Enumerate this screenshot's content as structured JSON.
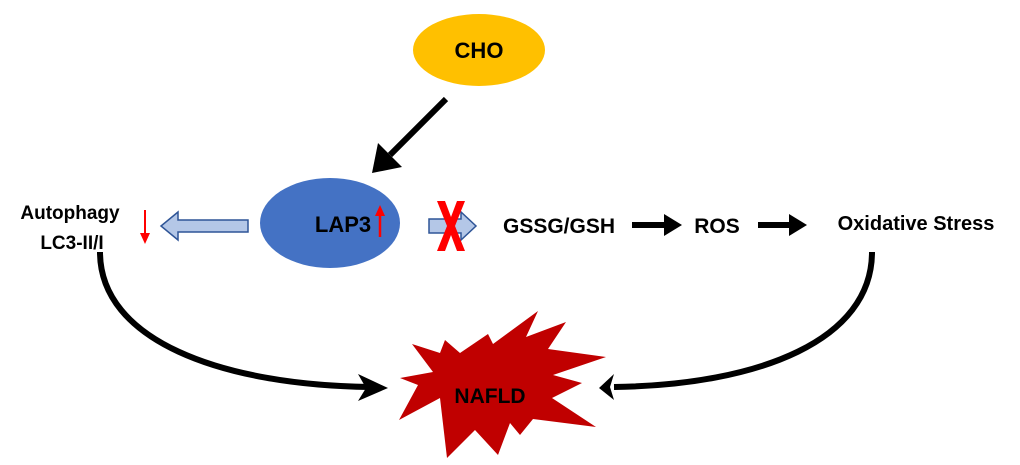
{
  "diagram": {
    "nodes": {
      "cho": {
        "label": "CHO",
        "color": "#FFC000"
      },
      "lap3": {
        "label": "LAP3",
        "color": "#4472C4",
        "trend": "up"
      },
      "autophagy": {
        "line1": "Autophagy",
        "line2": "LC3-II/I",
        "trend": "down"
      },
      "gssg": {
        "label": "GSSG/GSH"
      },
      "ros": {
        "label": "ROS"
      },
      "oxidative": {
        "label": "Oxidative Stress"
      },
      "nafld": {
        "label": "NAFLD",
        "color": "#C00000"
      }
    },
    "edges": [
      {
        "from": "CHO",
        "to": "LAP3",
        "style": "solid-black"
      },
      {
        "from": "LAP3",
        "to": "Autophagy LC3-II/I",
        "style": "hollow-blue"
      },
      {
        "from": "LAP3",
        "to": "GSSG/GSH",
        "style": "hollow-blue",
        "blocked": true
      },
      {
        "from": "GSSG/GSH",
        "to": "ROS",
        "style": "solid-black"
      },
      {
        "from": "ROS",
        "to": "Oxidative Stress",
        "style": "solid-black"
      },
      {
        "from": "Autophagy LC3-II/I",
        "to": "NAFLD",
        "style": "curved-black"
      },
      {
        "from": "Oxidative Stress",
        "to": "NAFLD",
        "style": "curved-black"
      }
    ],
    "colors": {
      "trend_arrow": "#FF0000",
      "block_x": "#FF0000",
      "hollow_fill": "#B4C7E7",
      "hollow_stroke": "#2F5597"
    }
  }
}
